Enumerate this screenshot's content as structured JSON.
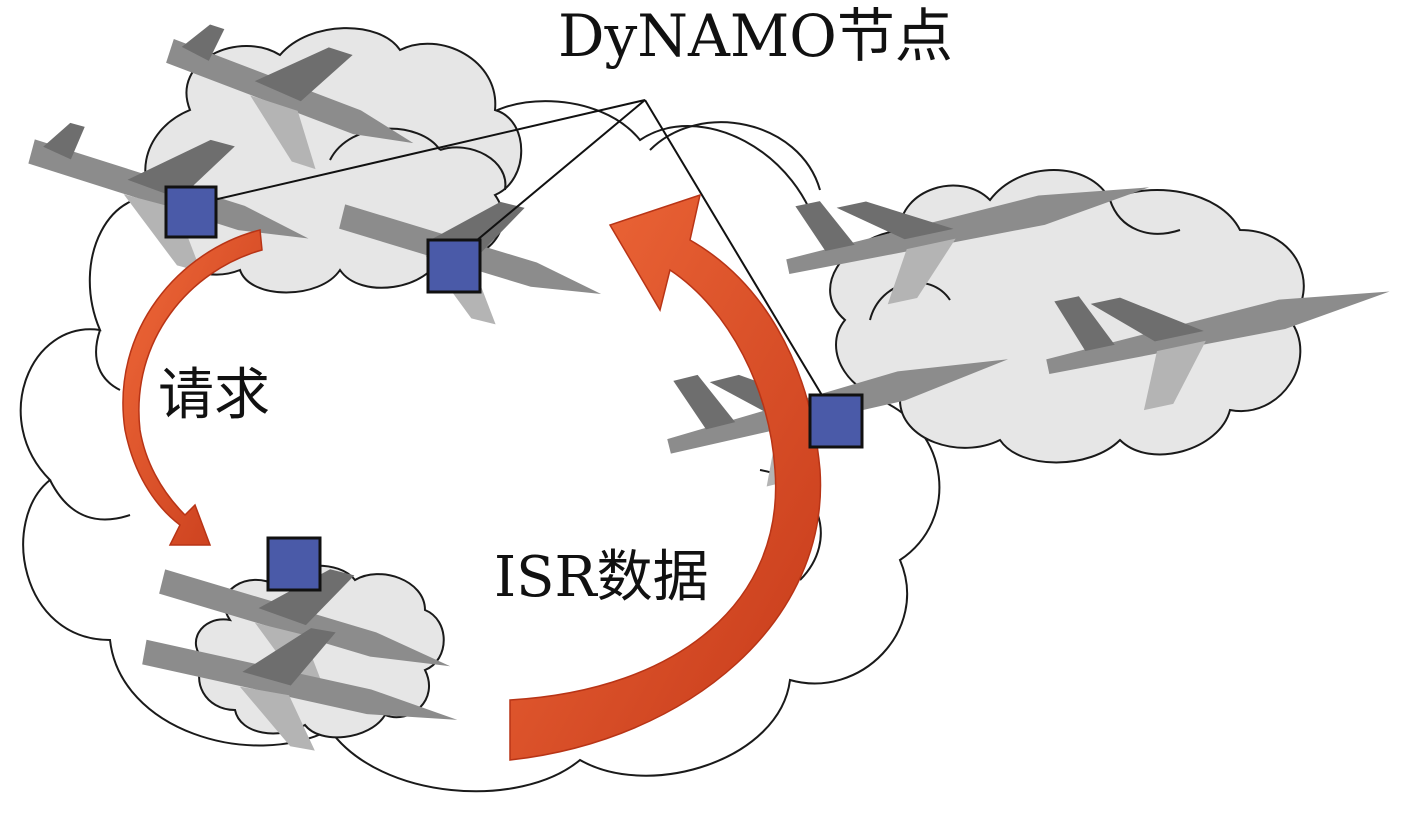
{
  "diagram": {
    "title": "DyNAMO节点",
    "request_label": "请求",
    "isr_label": "ISR数据"
  },
  "colors": {
    "node": "#4a5aa8",
    "arrow": "#e8512a",
    "arrow_dark": "#c63a1a",
    "cloud_grey": "#e6e6e6"
  },
  "icons": {
    "aircraft": "fighter-jet-icon",
    "cloud": "cloud-icon"
  }
}
